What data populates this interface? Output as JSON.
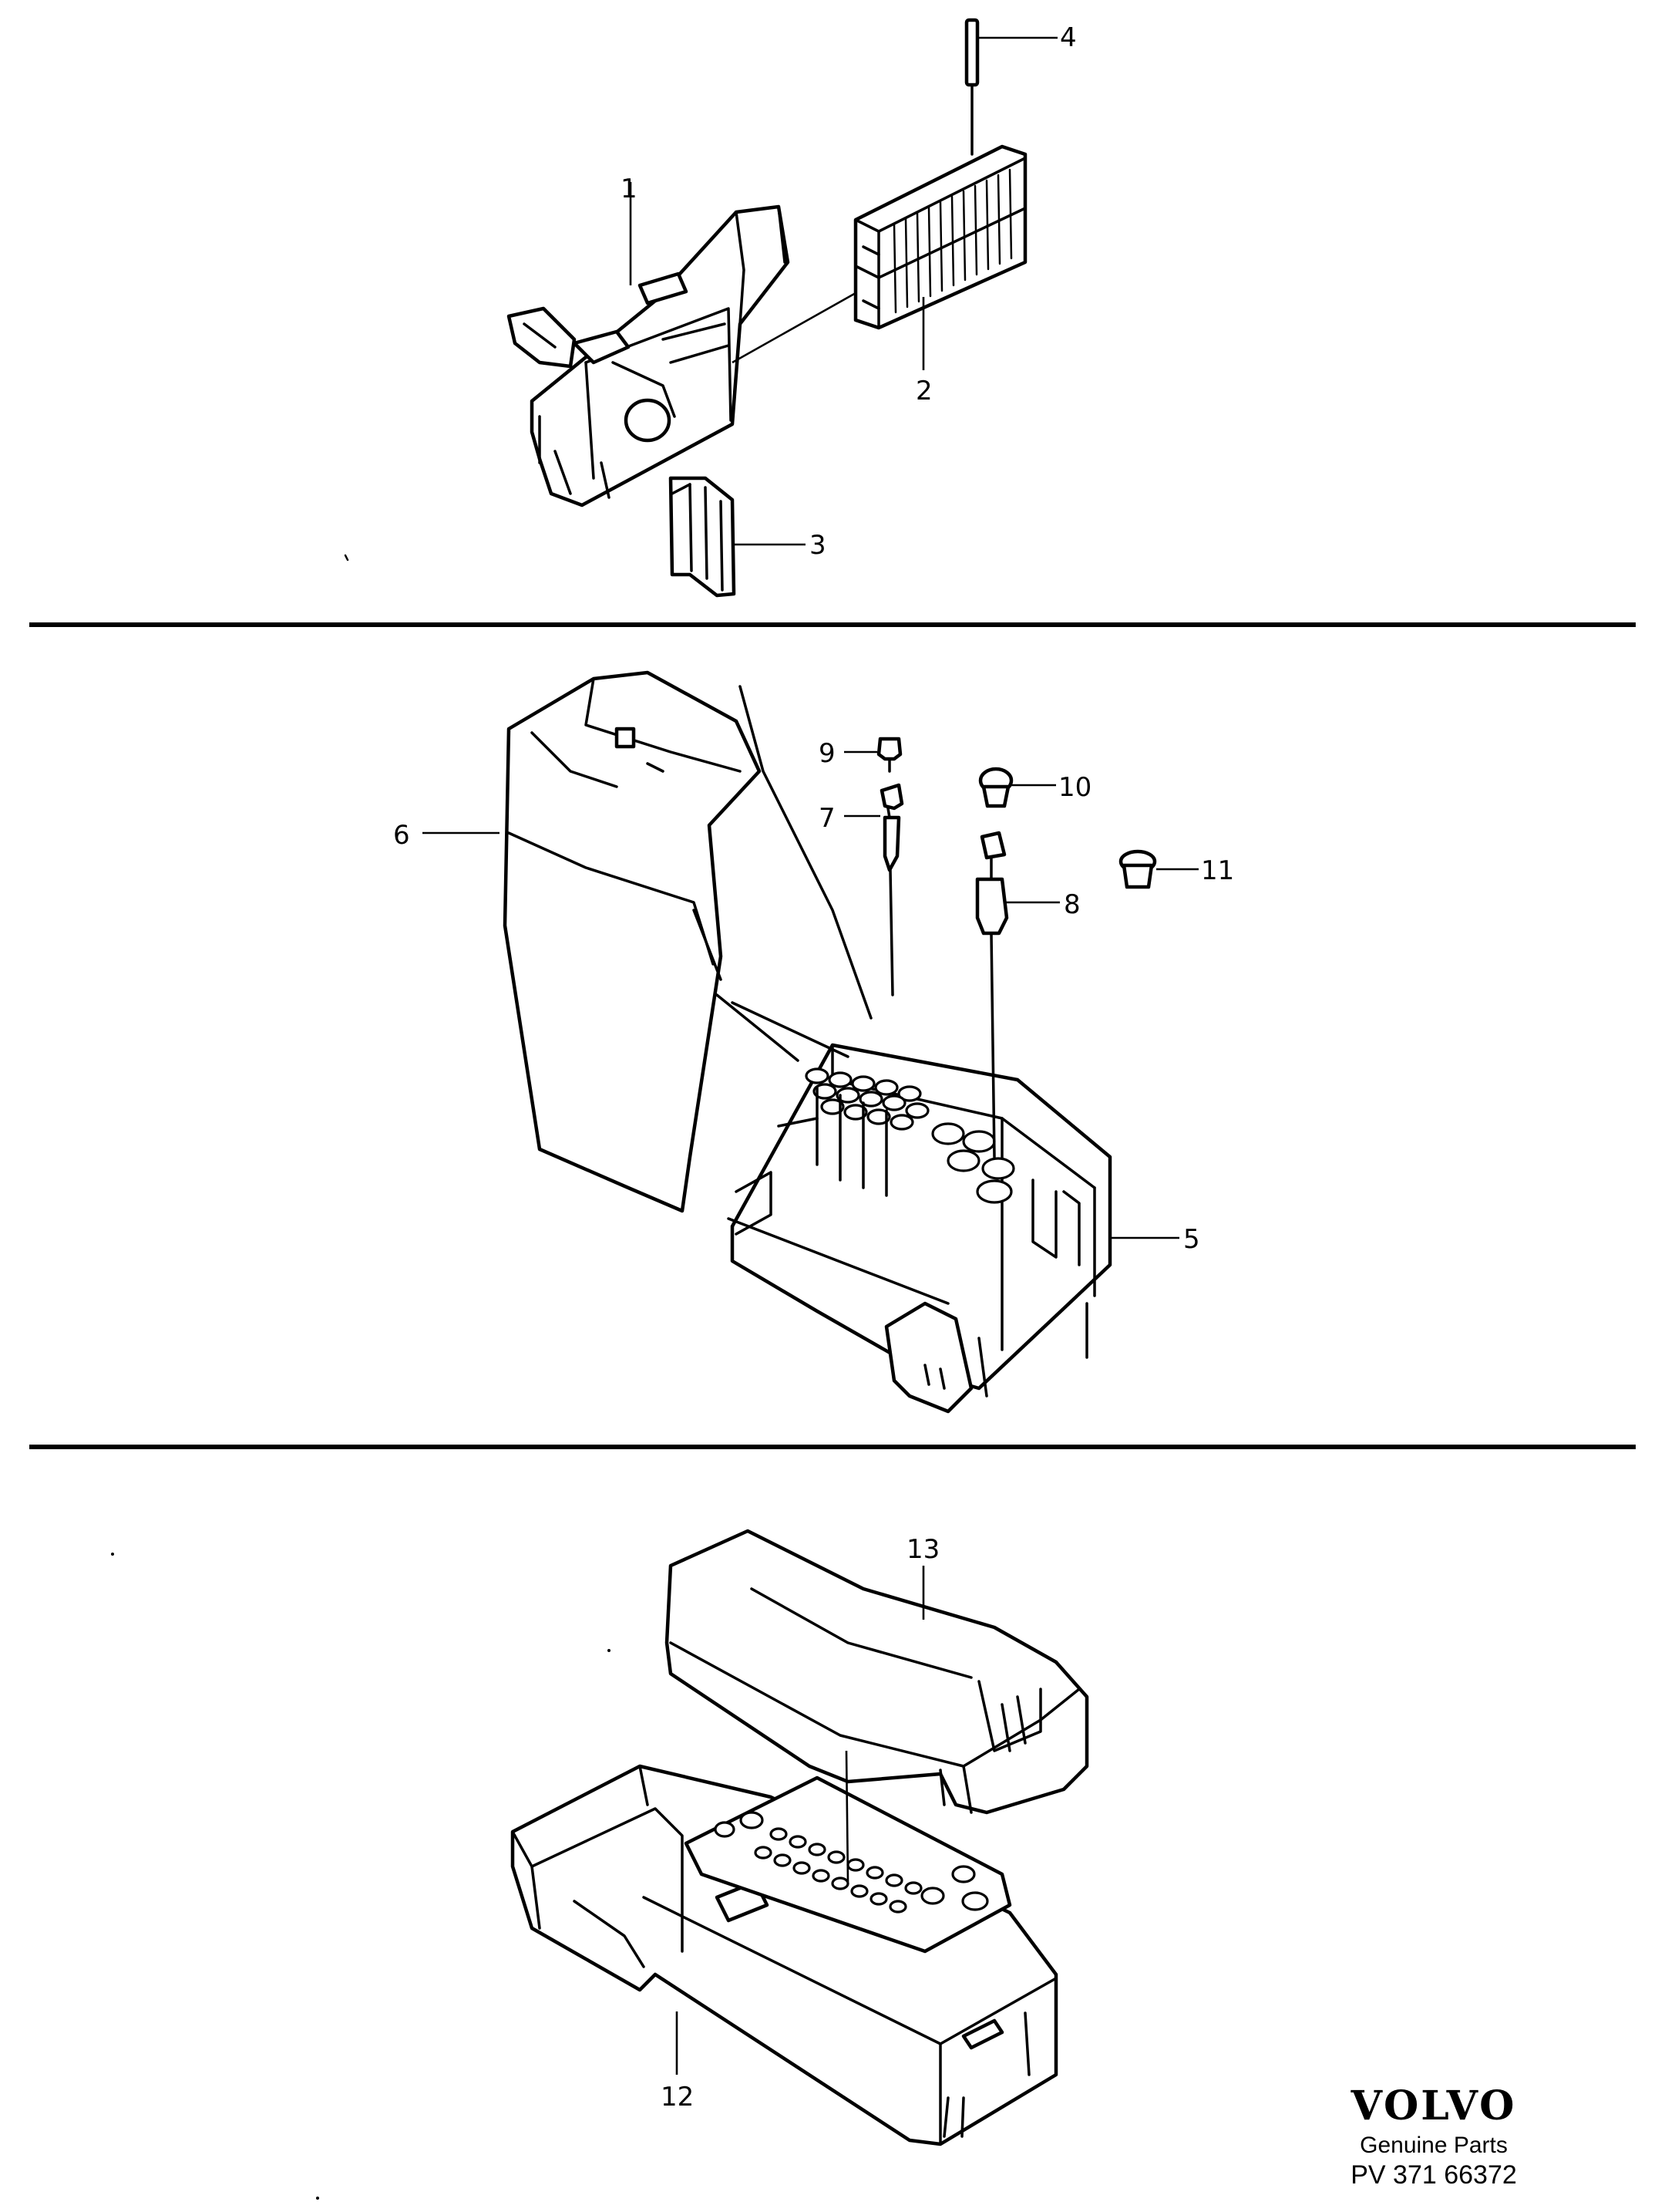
{
  "diagram": {
    "callouts": [
      {
        "id": "1",
        "label": "1"
      },
      {
        "id": "2",
        "label": "2"
      },
      {
        "id": "3",
        "label": "3"
      },
      {
        "id": "4",
        "label": "4"
      },
      {
        "id": "5",
        "label": "5"
      },
      {
        "id": "6",
        "label": "6"
      },
      {
        "id": "7",
        "label": "7"
      },
      {
        "id": "8",
        "label": "8"
      },
      {
        "id": "9",
        "label": "9"
      },
      {
        "id": "10",
        "label": "10"
      },
      {
        "id": "11",
        "label": "11"
      },
      {
        "id": "12",
        "label": "12"
      },
      {
        "id": "13",
        "label": "13"
      }
    ],
    "sections": 3
  },
  "brand": {
    "logo_text": "VOLVO",
    "subtitle": "Genuine Parts",
    "code": "PV 371 66372"
  }
}
